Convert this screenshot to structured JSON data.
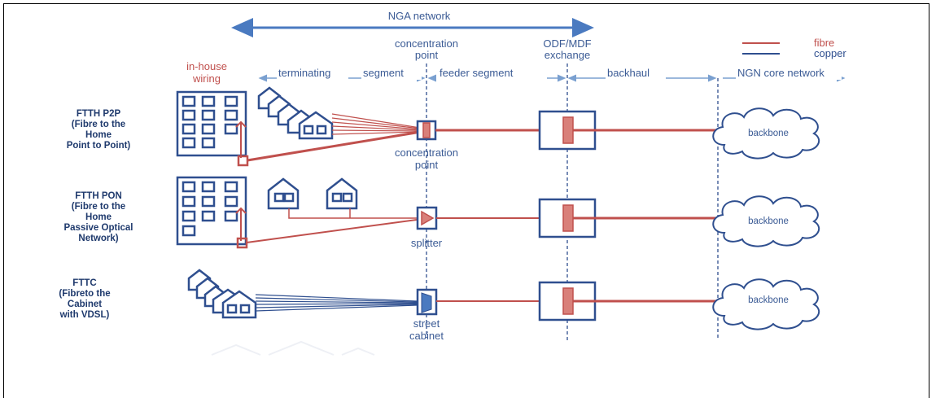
{
  "top_arrow": {
    "label": "NGA network"
  },
  "headers": {
    "concentration_point": [
      "concentration",
      "point"
    ],
    "odf_mdf": [
      "ODF/MDF",
      "exchange"
    ],
    "in_house": [
      "in-house",
      "wiring"
    ]
  },
  "legend": {
    "fibre": "fibre",
    "copper": "copper",
    "fibre_color": "#c0504d",
    "copper_color": "#2f4f8f"
  },
  "segments": {
    "terminating": "terminating",
    "segment": "segment",
    "feeder": "feeder segment",
    "backhaul": "backhaul",
    "core": "NGN core network"
  },
  "rows": [
    {
      "name_lines": [
        "FTTH P2P",
        "(Fibre to the",
        "Home",
        "Point to Point)"
      ],
      "node_label": [
        "concentration",
        "point"
      ],
      "cloud_label": "backbone"
    },
    {
      "name_lines": [
        "FTTH PON",
        "(Fibre to the",
        "Home",
        "Passive Optical",
        "Network)"
      ],
      "node_label": [
        "splitter"
      ],
      "cloud_label": "backbone"
    },
    {
      "name_lines": [
        "FTTC",
        "(Fibreto the",
        "Cabinet",
        "with VDSL)"
      ],
      "node_label": [
        "street",
        "cabinet"
      ],
      "cloud_label": "backbone"
    }
  ],
  "colors": {
    "blue": "#3b5b95",
    "red": "#c0504d",
    "arrow_blue": "#4a7ac0",
    "seg_arrow": "#7aa0d0"
  }
}
